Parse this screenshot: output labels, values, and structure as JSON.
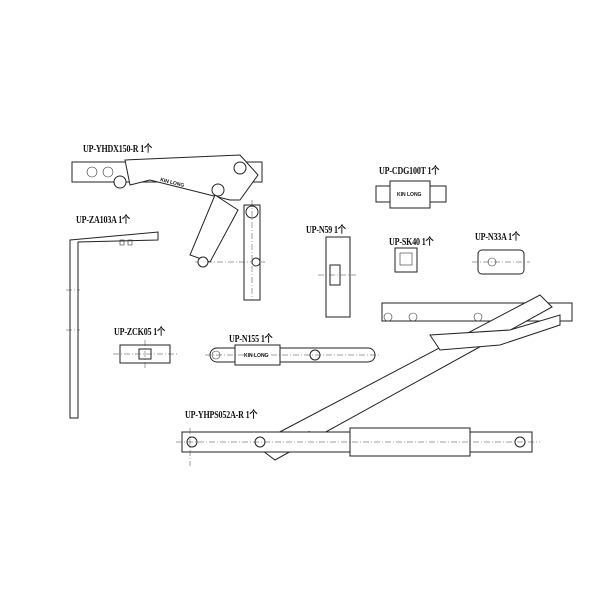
{
  "parts": [
    {
      "code": "UP-YHDX150-R",
      "qty": "1个"
    },
    {
      "code": "UP-CDG100T",
      "qty": "1个"
    },
    {
      "code": "UP-ZA103A",
      "qty": "1个"
    },
    {
      "code": "UP-N59",
      "qty": "1个"
    },
    {
      "code": "UP-SK40",
      "qty": "1个"
    },
    {
      "code": "UP-N33A",
      "qty": "1个"
    },
    {
      "code": "UP-ZCK05",
      "qty": "1个"
    },
    {
      "code": "UP-N155",
      "qty": "1个"
    },
    {
      "code": "UP-YHPS052A-R",
      "qty": "1个"
    }
  ],
  "brand_mark": "KIN LONG"
}
